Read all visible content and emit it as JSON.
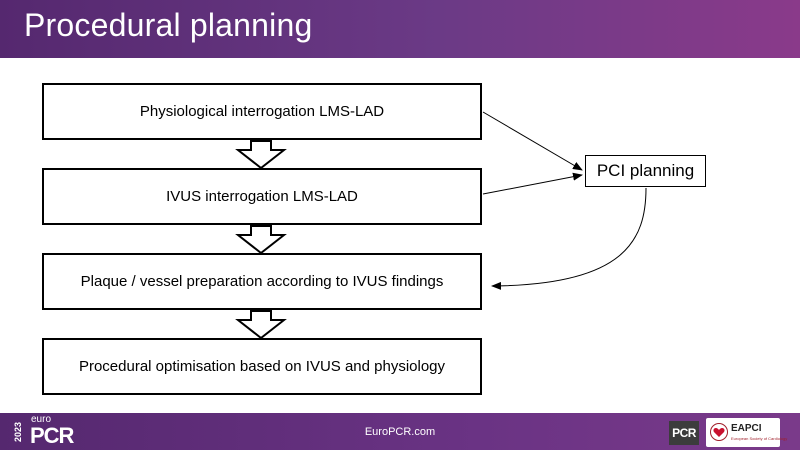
{
  "header": {
    "title": "Procedural planning"
  },
  "diagram": {
    "steps": [
      "Physiological interrogation LMS-LAD",
      "IVUS interrogation LMS-LAD",
      "Plaque / vessel preparation according to IVUS findings",
      "Procedural optimisation based on IVUS and physiology"
    ],
    "side_box": "PCI planning"
  },
  "footer": {
    "logo_year": "2023",
    "logo_euro": "euro",
    "logo_pcr": "PCR",
    "url": "EuroPCR.com",
    "badge_pcr": "PCR",
    "badge_eapci": "EAPCI",
    "badge_eapci_sub": "European Society of Cardiology"
  },
  "colors": {
    "header": "#55286f",
    "footer": "#55286f",
    "accent": "#8a3a8a"
  }
}
